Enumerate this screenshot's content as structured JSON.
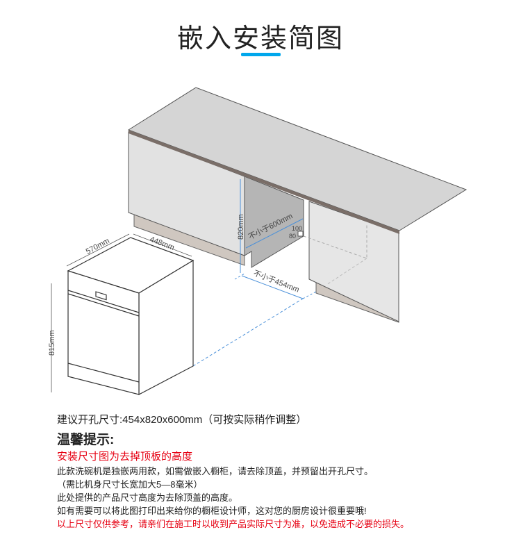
{
  "title": "嵌入安装简图",
  "diagram": {
    "dishwasher_depth": "570mm",
    "dishwasher_width": "448mm",
    "dishwasher_height": "815mm",
    "opening_height": "820mm",
    "opening_depth": "不小于600mm",
    "opening_width": "不小于454mm",
    "notch_100": "100",
    "notch_80": "80"
  },
  "notes": {
    "suggested_size": "建议开孔尺寸:454x820x600mm（可按实际稍作调整）",
    "heading": "温馨提示:",
    "line1": "安装尺寸图为去掉顶板的高度",
    "line2": "此款洗碗机是独嵌两用款，如需做嵌入橱柜，请去除顶盖，并预留出开孔尺寸。",
    "line3": "（需比机身尺寸长宽加大5—8毫米）",
    "line4": "此处提供的产品尺寸高度为去除顶盖的高度。",
    "line5": "如有需要可以将此图打印出来给你的橱柜设计师，这对您的厨房设计很重要哦!",
    "line6": "以上尺寸仅供参考，请亲们在施工时以收到产品实际尺寸为准，以免造成不必要的损失。"
  },
  "colors": {
    "accent": "#00a7ec",
    "warning": "#e60012",
    "dimension": "#4a90d9"
  }
}
